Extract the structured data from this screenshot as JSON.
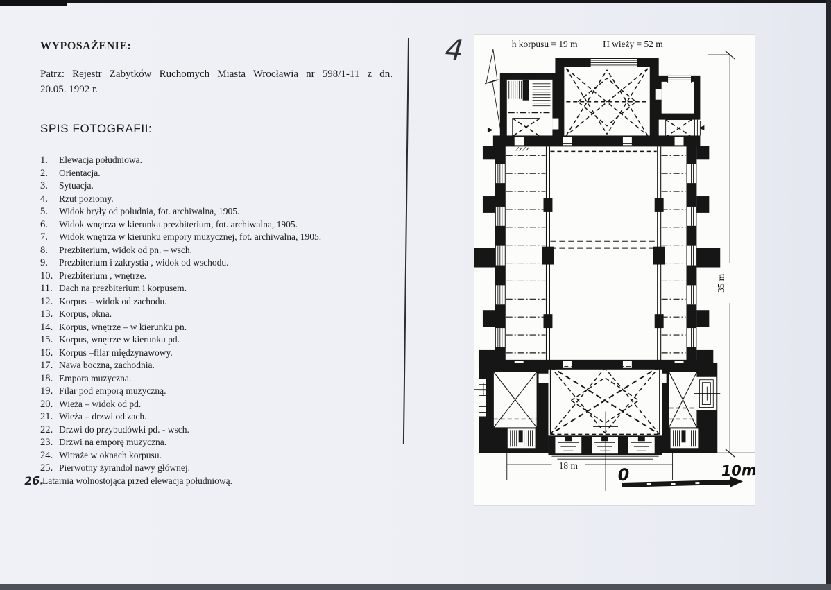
{
  "page": {
    "handwritten_number": "4"
  },
  "left_column": {
    "title": "WYPOSAŻENIE:",
    "paragraph_line1": "Patrz: Rejestr Zabytków Ruchomych Miasta Wrocławia nr 598/1-11 z dn.",
    "paragraph_line2": "20.05. 1992 r.",
    "list_title": "SPIS FOTOGRAFII:",
    "photo_list": [
      {
        "num": "1.",
        "text": "Elewacja południowa."
      },
      {
        "num": "2.",
        "text": "Orientacja."
      },
      {
        "num": "3.",
        "text": "Sytuacja."
      },
      {
        "num": "4.",
        "text": "Rzut poziomy."
      },
      {
        "num": "5.",
        "text": "Widok bryły od południa, fot. archiwalna, 1905."
      },
      {
        "num": "6.",
        "text": "Widok wnętrza w kierunku prezbiterium, fot. archiwalna, 1905."
      },
      {
        "num": "7.",
        "text": "Widok wnętrza w kierunku empory muzycznej, fot. archiwalna, 1905."
      },
      {
        "num": "8.",
        "text": "Prezbiterium, widok od pn. – wsch."
      },
      {
        "num": "9.",
        "text": "Prezbiterium i zakrystia , widok od wschodu."
      },
      {
        "num": "10.",
        "text": "Prezbiterium , wnętrze."
      },
      {
        "num": "11.",
        "text": "Dach na prezbiterium i korpusem."
      },
      {
        "num": "12.",
        "text": "Korpus – widok od zachodu."
      },
      {
        "num": "13.",
        "text": "Korpus, okna."
      },
      {
        "num": "14.",
        "text": "Korpus, wnętrze – w kierunku pn."
      },
      {
        "num": "15.",
        "text": "Korpus, wnętrze w kierunku pd."
      },
      {
        "num": "16.",
        "text": "Korpus –filar międzynawowy."
      },
      {
        "num": "17.",
        "text": "Nawa boczna, zachodnia."
      },
      {
        "num": "18.",
        "text": "Empora muzyczna."
      },
      {
        "num": "19.",
        "text": "Filar pod emporą muzyczną."
      },
      {
        "num": "20.",
        "text": "Wieża – widok od pd."
      },
      {
        "num": "21.",
        "text": "Wieża – drzwi od zach."
      },
      {
        "num": "22.",
        "text": "Drzwi do przybudówki pd. - wsch."
      },
      {
        "num": "23.",
        "text": "Drzwi na emporę muzyczna."
      },
      {
        "num": "24.",
        "text": "Witraże w oknach korpusu."
      },
      {
        "num": "25.",
        "text": "Pierwotny żyrandol nawy głównej."
      },
      {
        "num": "26.",
        "text": "Latarnia wolnostojąca przed elewacja południową.",
        "handwritten_num": true
      }
    ]
  },
  "plan": {
    "label_nave_height": "h korpusu = 19 m",
    "label_tower_height": "H wieży = 52 m",
    "dim_length": "35 m",
    "dim_width": "18 m",
    "scale_start": "0",
    "scale_end": "10m",
    "ink_color": "#161616"
  }
}
